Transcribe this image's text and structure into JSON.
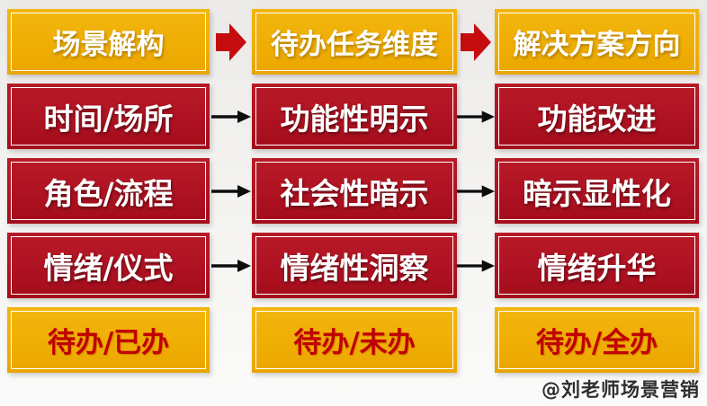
{
  "colors": {
    "gold": "#EFAD04",
    "crimson": "#AF1222",
    "arrow-red": "#C50D10",
    "arrow-black": "#0D0D0D",
    "footer-text": "#C00000",
    "watermark-text": "#2E2E2E"
  },
  "diagram": {
    "columns": [
      {
        "header": "场景解构",
        "rows": [
          "时间/场所",
          "角色/流程",
          "情绪/仪式"
        ],
        "footer": "待办/已办"
      },
      {
        "header": "待办任务维度",
        "rows": [
          "功能性明示",
          "社会性暗示",
          "情绪性洞察"
        ],
        "footer": "待办/未办"
      },
      {
        "header": "解决方案方向",
        "rows": [
          "功能改进",
          "暗示显性化",
          "情绪升华"
        ],
        "footer": "待办/全办"
      }
    ]
  },
  "watermark": "@刘老师场景营销"
}
